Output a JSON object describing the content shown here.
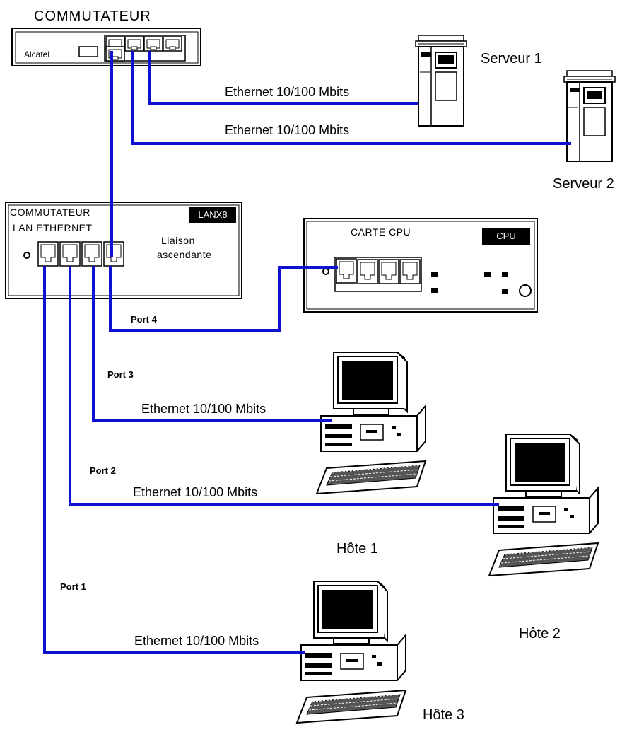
{
  "title_top": "COMMUTATEUR",
  "top_switch_brand": "Alcatel",
  "server1_label": "Serveur 1",
  "server2_label": "Serveur 2",
  "link_server1": "Ethernet 10/100 Mbits",
  "link_server2": "Ethernet 10/100 Mbits",
  "lan_switch": {
    "title_line1": "COMMUTATEUR",
    "title_line2": "LAN ETHERNET",
    "tag": "LANX8",
    "uplink_line1": "Liaison",
    "uplink_line2": "ascendante"
  },
  "cpu_card": {
    "title": "CARTE CPU",
    "tag": "CPU"
  },
  "ports": {
    "p4": "Port 4",
    "p3": "Port 3",
    "p2": "Port 2",
    "p1": "Port 1"
  },
  "link_host1": "Ethernet 10/100 Mbits",
  "link_host2": "Ethernet 10/100 Mbits",
  "link_host3": "Ethernet 10/100 Mbits",
  "hosts": {
    "h1": "Hôte 1",
    "h2": "Hôte 2",
    "h3": "Hôte 3"
  },
  "colors": {
    "cable": "#1010d0",
    "outline": "#000000"
  }
}
